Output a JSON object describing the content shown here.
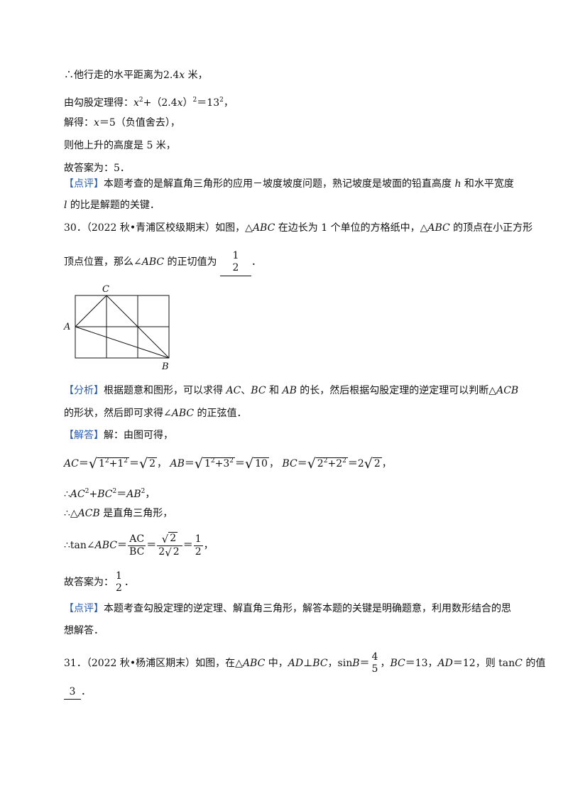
{
  "prev": {
    "line1_a": "∴他行走的水平距离为",
    "line1_b": "2.4",
    "line1_c": "x",
    "line1_d": " 米，",
    "line2_a": "由勾股定理得：",
    "line2_b": "x",
    "line2_c": "2",
    "line2_d": "+（2.4",
    "line2_e": "x",
    "line2_f": "）",
    "line2_g": "2",
    "line2_h": "＝13",
    "line2_i": "2",
    "line2_j": "，",
    "line3_a": "解得：",
    "line3_b": "x",
    "line3_c": "＝5（负值舍去），",
    "line4": "则他上升的高度是 5 米，",
    "line5": "故答案为：5．",
    "comment_tag": "【点评】",
    "comment_1a": "本题考查的是解直角三角形的应用－坡度坡度问题，熟记坡度是坡面的铅直高度 ",
    "comment_1b": "h",
    "comment_1c": " 和水平宽度",
    "comment_2a": "l",
    "comment_2b": " 的比是解题的关键．"
  },
  "q30": {
    "number": "30．",
    "source": "（2022 秋•青浦区校级期末）如图，△",
    "abc": "ABC",
    "text_a": " 在边长为 1 个单位的方格纸中，△",
    "text_b": " 的顶点在小正方形",
    "line2_a": "顶点位置，那么∠",
    "line2_b": " 的正切值为 ",
    "answer_num": "1",
    "answer_den": "2",
    "line2_end": "．",
    "fig_label_C": "C",
    "fig_label_A": "A",
    "fig_label_B": "B",
    "analysis_tag": "【分析】",
    "analysis_1a": "根据题意和图形，可以求得 ",
    "analysis_1b": "AC",
    "analysis_1c": "、",
    "analysis_1d": "BC",
    "analysis_1e": " 和 ",
    "analysis_1f": "AB",
    "analysis_1g": " 的长，然后根据勾股定理的逆定理可以判断△",
    "analysis_1h": "ACB",
    "analysis_2a": "的形状，然后即可求得∠",
    "analysis_2b": "ABC",
    "analysis_2c": " 的正弦值．",
    "solution_tag": "【解答】",
    "solution_1": "解：由图可得，",
    "ac_label": "AC",
    "ac_rad": "1",
    "ac_rad2": "1",
    "ac_result": "2",
    "ab_label": "AB",
    "ab_rad": "1",
    "ab_rad2": "3",
    "ab_result": "10",
    "bc_label": "BC",
    "bc_rad": "2",
    "bc_rad2": "2",
    "bc_coef": "2",
    "bc_result": "2",
    "exp2": "2",
    "eq": "＝",
    "comma": "，",
    "plus": "+",
    "therefore1_a": "∴",
    "therefore1_b": "AC",
    "therefore1_c": "2",
    "therefore1_d": "+",
    "therefore1_e": "BC",
    "therefore1_f": "2",
    "therefore1_g": "＝",
    "therefore1_h": "AB",
    "therefore1_i": "2",
    "therefore1_j": "，",
    "therefore2_a": "∴△",
    "therefore2_b": "ACB",
    "therefore2_c": " 是直角三角形，",
    "tan_a": "∴tan∠",
    "tan_b": "ABC",
    "tan_eq": "＝",
    "tan_num1": "AC",
    "tan_den1": "BC",
    "tan_num2": "2",
    "tan_den2a": "2",
    "tan_den2b": "2",
    "tan_num3": "1",
    "tan_den3": "2",
    "tan_end": "，",
    "final_a": "故答案为：",
    "final_num": "1",
    "final_den": "2",
    "final_end": "．",
    "comment_tag": "【点评】",
    "comment_1": "本题考查勾股定理的逆定理、解直角三角形，解答本题的关键是明确题意，利用数形结合的思",
    "comment_2": "想解答．"
  },
  "q31": {
    "number": "31．",
    "source_a": "（2022 秋•杨浦区期末）如图，在△",
    "abc": "ABC",
    "source_b": " 中，",
    "ad": "AD",
    "perp": "⊥",
    "bc": "BC",
    "comma": "，",
    "sinb": "sin",
    "b": "B",
    "eq": "＝",
    "frac_num": "4",
    "frac_den": "5",
    "bc2": "BC",
    "val13": "＝13，",
    "ad2": "AD",
    "val12": "＝12，则 tan",
    "c": "C",
    "tail": " 的值",
    "answer": "3",
    "end": "．"
  }
}
